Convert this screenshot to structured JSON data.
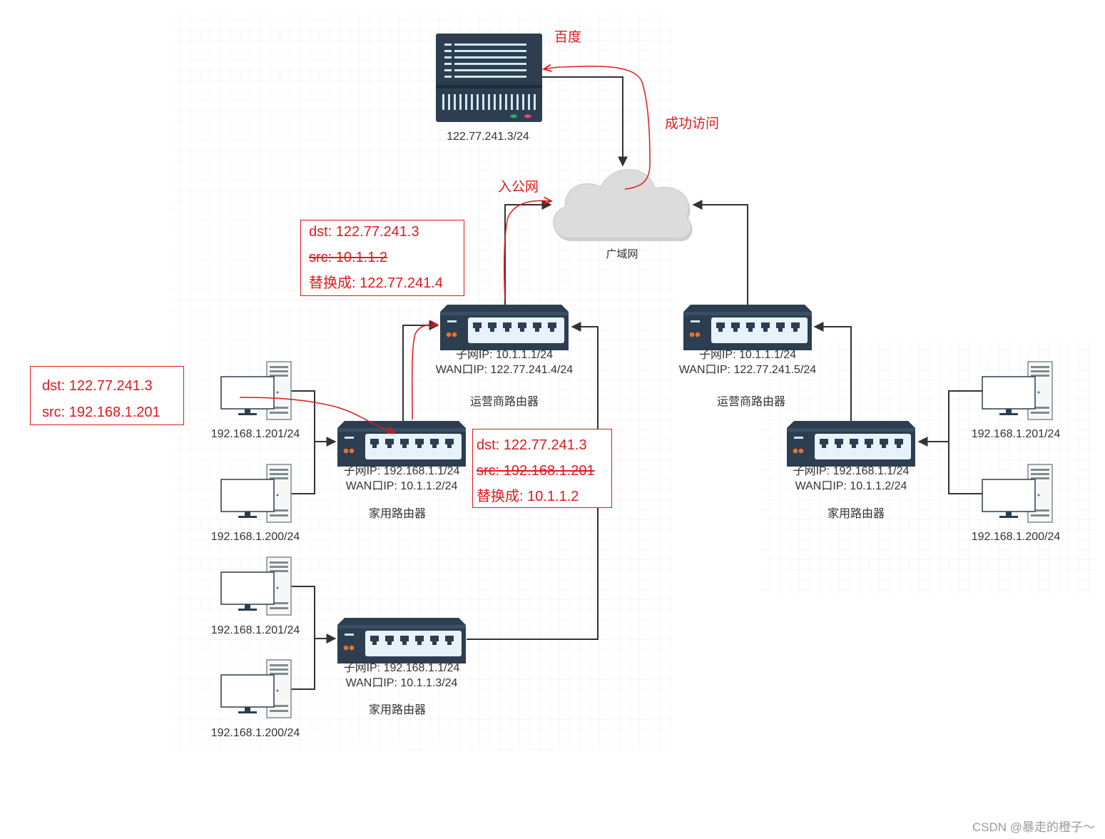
{
  "server": {
    "name": "百度",
    "ip": "122.77.241.3/24"
  },
  "annotations": {
    "success": "成功访问",
    "enter_wan": "入公网"
  },
  "cloud": {
    "label": "广域网"
  },
  "isp_left": {
    "subnet": "子网IP:  10.1.1.1/24",
    "wan": "WAN口IP:  122.77.241.4/24",
    "label": "运营商路由器"
  },
  "isp_right": {
    "subnet": "子网IP:  10.1.1.1/24",
    "wan": "WAN口IP:  122.77.241.5/24",
    "label": "运营商路由器"
  },
  "home_left1": {
    "subnet": "子网IP:  192.168.1.1/24",
    "wan": "WAN口IP:  10.1.1.2/24",
    "label": "家用路由器"
  },
  "home_left2": {
    "subnet": "子网IP:  192.168.1.1/24",
    "wan": "WAN口IP:  10.1.1.3/24",
    "label": "家用路由器"
  },
  "home_right": {
    "subnet": "子网IP:  192.168.1.1/24",
    "wan": "WAN口IP:  10.1.1.2/24",
    "label": "家用路由器"
  },
  "pcs": {
    "l1a": "192.168.1.201/24",
    "l1b": "192.168.1.200/24",
    "l2a": "192.168.1.201/24",
    "l2b": "192.168.1.200/24",
    "r1a": "192.168.1.201/24",
    "r1b": "192.168.1.200/24"
  },
  "packet_pc": {
    "dst": "dst:  122.77.241.3",
    "src": "src:  192.168.1.201"
  },
  "packet_home": {
    "dst": "dst:  122.77.241.3",
    "src": "src:  192.168.1.201",
    "replace": "替换成:  10.1.1.2"
  },
  "packet_isp": {
    "dst": "dst:  122.77.241.3",
    "src": "src:  10.1.1.2",
    "replace": "替换成:  122.77.241.4"
  },
  "watermark": "CSDN @暴走的橙子～",
  "colors": {
    "annotation": "#e0191c",
    "device_dark": "#2c3e50",
    "port_light": "#e8f2fa",
    "cloud": "#d6d6d6",
    "connector": "#333333"
  }
}
